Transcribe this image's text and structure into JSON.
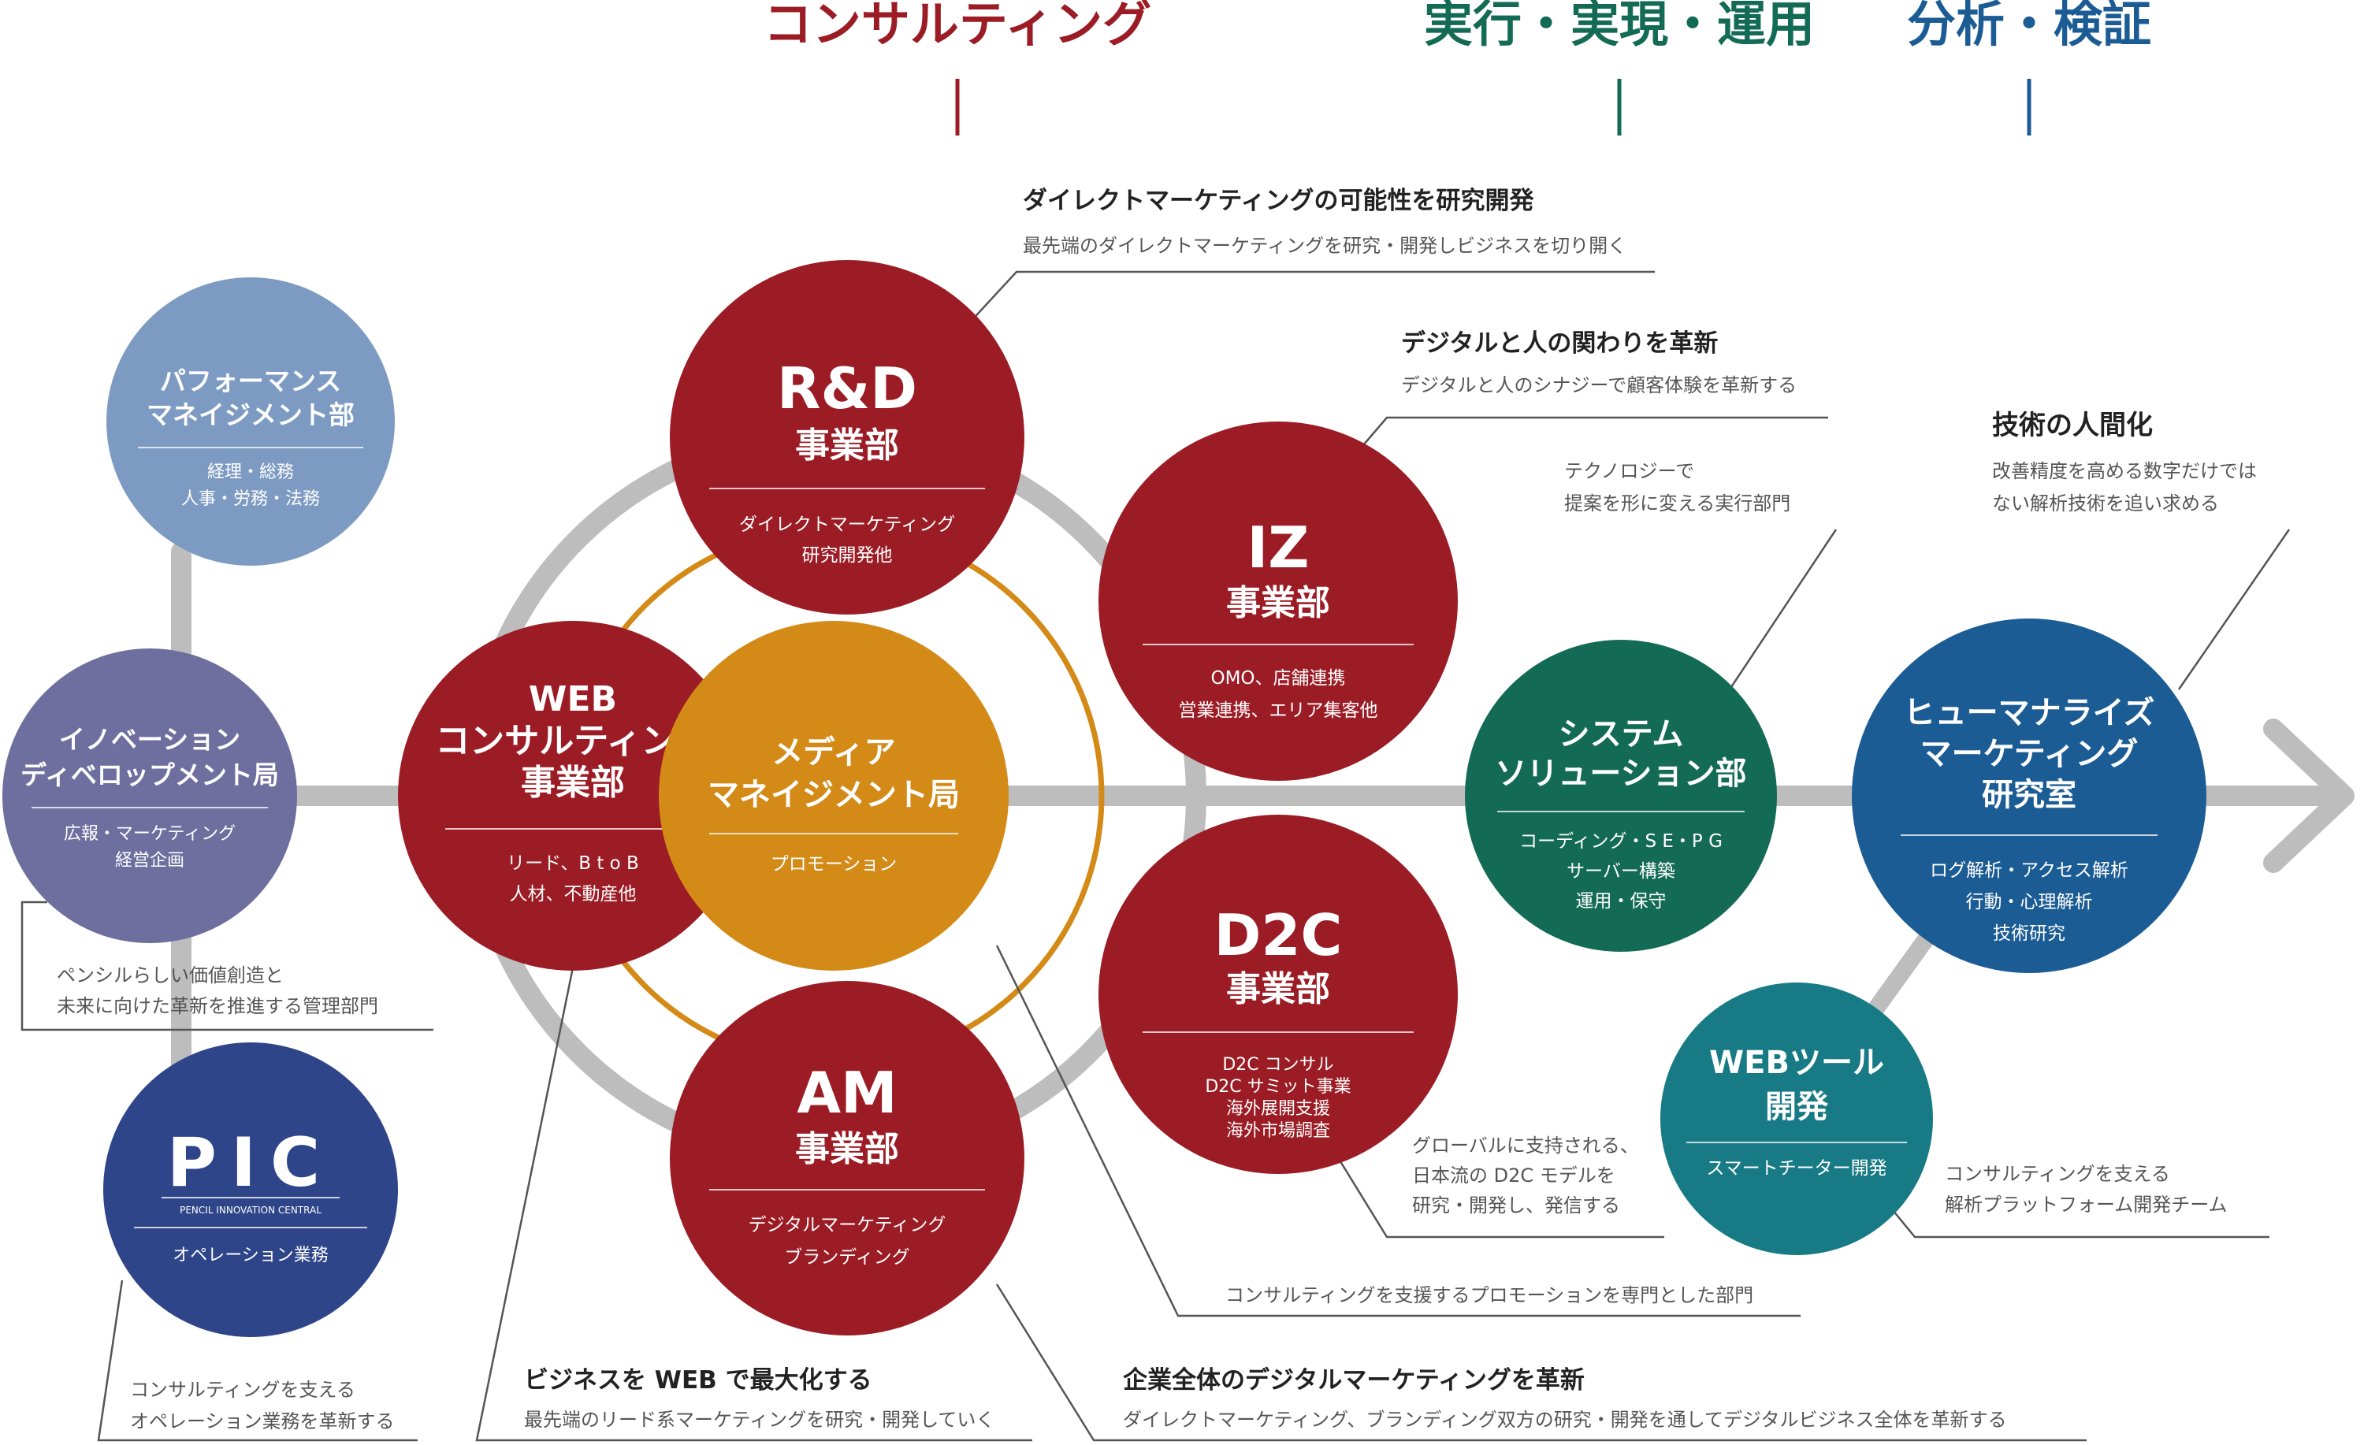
{
  "headers": [
    {
      "id": "consulting",
      "label": "コンサルティング",
      "color": "#9c1c25"
    },
    {
      "id": "execution",
      "label": "実行・実現・運用",
      "color": "#146b55"
    },
    {
      "id": "analysis",
      "label": "分析・検証",
      "color": "#1c5c95"
    }
  ],
  "colors": {
    "track": "#bdbdbd",
    "orange_ring": "#d48a17",
    "leader": "#555555",
    "dark_text": "#222222",
    "sub_text": "#555555"
  },
  "nodes": [
    {
      "id": "performance",
      "color": "#7d9bc2",
      "title": [
        "パフォーマンス",
        "マネイジメント部"
      ],
      "sub": [
        "経理・総務",
        "人事・労務・法務"
      ]
    },
    {
      "id": "innovation",
      "color": "#6e6f9f",
      "title": [
        "イノベーション",
        "ディベロップメント局"
      ],
      "sub": [
        "広報・マーケティング",
        "経営企画"
      ]
    },
    {
      "id": "pic",
      "color": "#2f4589",
      "logo": "PIC",
      "logo_sub": "PENCIL INNOVATION CENTRAL",
      "sub": [
        "オペレーション業務"
      ]
    },
    {
      "id": "web_consulting",
      "color": "#9c1c25",
      "title": [
        "WEB",
        "コンサルティング",
        "事業部"
      ],
      "sub": [
        "リード、B t o B",
        "人材、不動産他"
      ]
    },
    {
      "id": "rd",
      "color": "#9c1c25",
      "big": "R&D",
      "title": [
        "事業部"
      ],
      "sub": [
        "ダイレクトマーケティング",
        "研究開発他"
      ]
    },
    {
      "id": "media",
      "color": "#d48a17",
      "title": [
        "メディア",
        "マネイジメント局"
      ],
      "sub": [
        "プロモーション"
      ]
    },
    {
      "id": "am",
      "color": "#9c1c25",
      "big": "AM",
      "title": [
        "事業部"
      ],
      "sub": [
        "デジタルマーケティング",
        "ブランディング"
      ]
    },
    {
      "id": "iz",
      "color": "#9c1c25",
      "big": "IZ",
      "title": [
        "事業部"
      ],
      "sub": [
        "OMO、店舗連携",
        "営業連携、エリア集客他"
      ]
    },
    {
      "id": "d2c",
      "color": "#9c1c25",
      "big": "D2C",
      "title": [
        "事業部"
      ],
      "sub": [
        "D2C コンサル",
        "D2C サミット事業",
        "海外展開支援",
        "海外市場調査"
      ]
    },
    {
      "id": "system",
      "color": "#146b55",
      "title": [
        "システム",
        "ソリューション部"
      ],
      "sub": [
        "コーディング・S E・P G",
        "サーバー構築",
        "運用・保守"
      ]
    },
    {
      "id": "humanize",
      "color": "#1c5c95",
      "title": [
        "ヒューマナライズ",
        "マーケティング",
        "研究室"
      ],
      "sub": [
        "ログ解析・アクセス解析",
        "行動・心理解析",
        "技術研究"
      ]
    },
    {
      "id": "webtool",
      "color": "#177a85",
      "title": [
        "WEBツール",
        "開発"
      ],
      "sub": [
        "スマートチーター開発"
      ]
    }
  ],
  "annotations": [
    {
      "id": "rd_note",
      "heading": "ダイレクトマーケティングの可能性を研究開発",
      "lines": [
        "最先端のダイレクトマーケティングを研究・開発しビジネスを切り開く"
      ]
    },
    {
      "id": "iz_note",
      "heading": "デジタルと人の関わりを革新",
      "lines": [
        "デジタルと人のシナジーで顧客体験を革新する"
      ]
    },
    {
      "id": "system_note",
      "heading": "",
      "lines": [
        "テクノロジーで",
        "提案を形に変える実行部門"
      ]
    },
    {
      "id": "humanize_note",
      "heading": "技術の人間化",
      "lines": [
        "改善精度を高める数字だけでは",
        "ない解析技術を追い求める"
      ]
    },
    {
      "id": "innovation_note",
      "heading": "",
      "lines": [
        "ペンシルらしい価値創造と",
        "未来に向けた革新を推進する管理部門"
      ]
    },
    {
      "id": "d2c_note",
      "heading": "",
      "lines": [
        "グローバルに支持される、",
        "日本流の D2C モデルを",
        "研究・開発し、発信する"
      ]
    },
    {
      "id": "webtool_note",
      "heading": "",
      "lines": [
        "コンサルティングを支える",
        "解析プラットフォーム開発チーム"
      ]
    },
    {
      "id": "media_note",
      "heading": "",
      "lines": [
        "コンサルティングを支援するプロモーションを専門とした部門"
      ]
    },
    {
      "id": "pic_note",
      "heading": "",
      "lines": [
        "コンサルティングを支える",
        "オペレーション業務を革新する"
      ]
    },
    {
      "id": "web_note",
      "heading": "ビジネスを WEB で最大化する",
      "lines": [
        "最先端のリード系マーケティングを研究・開発していく"
      ]
    },
    {
      "id": "am_note",
      "heading": "企業全体のデジタルマーケティングを革新",
      "lines": [
        "ダイレクトマーケティング、ブランディング双方の研究・開発を通してデジタルビジネス全体を革新する"
      ]
    }
  ]
}
